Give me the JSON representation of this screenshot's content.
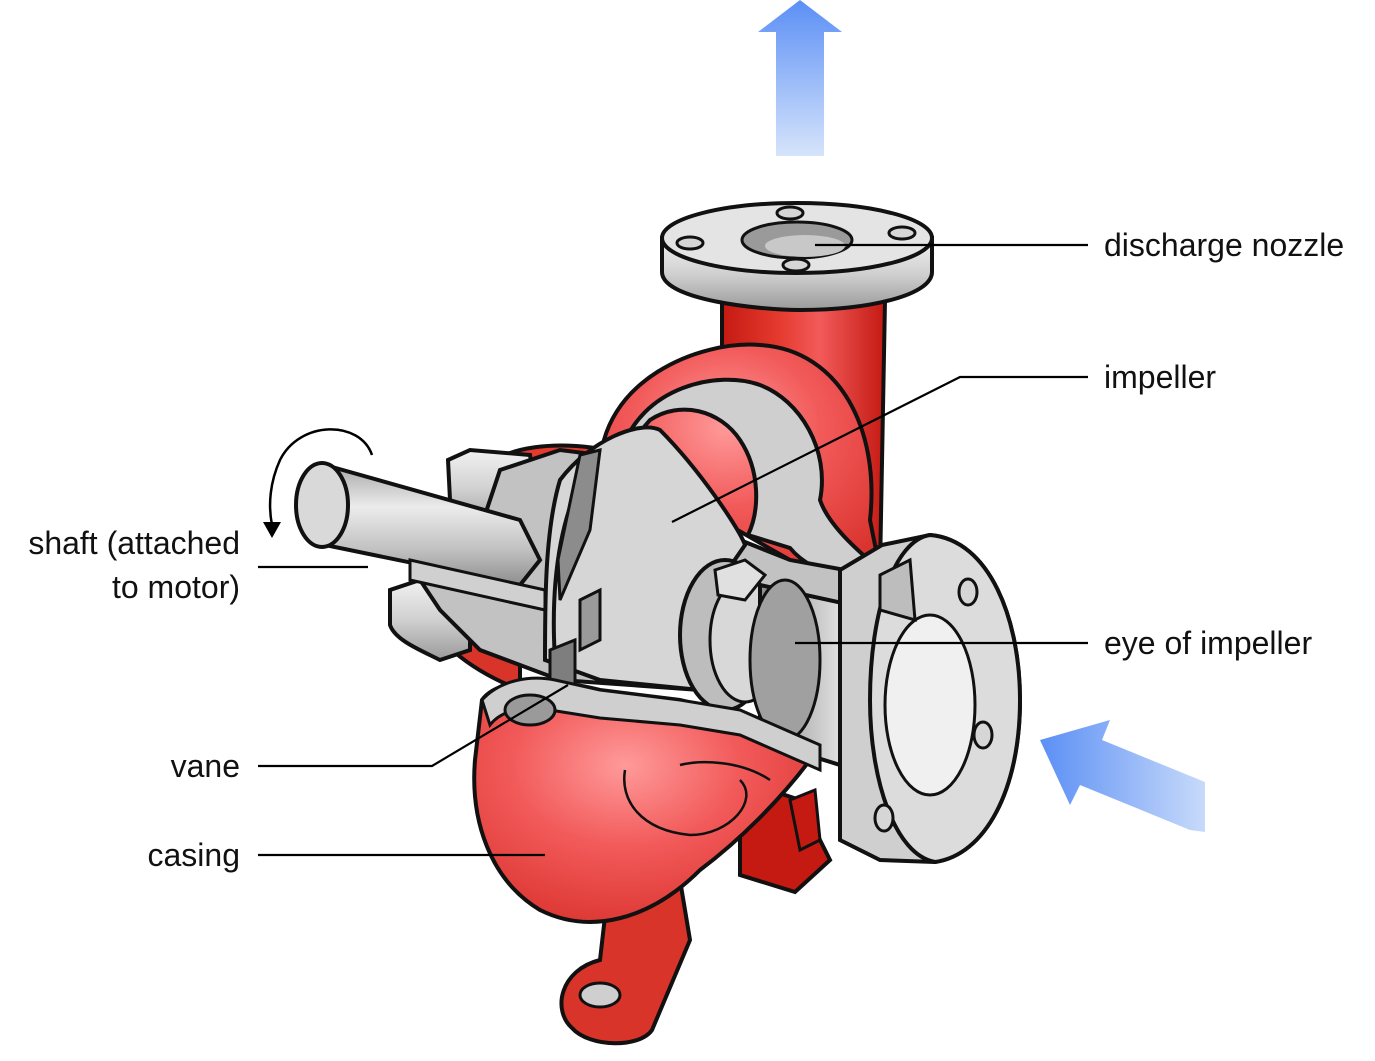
{
  "labels": {
    "discharge_nozzle": "discharge nozzle",
    "impeller": "impeller",
    "shaft_line1": "shaft (attached",
    "shaft_line2": "to motor)",
    "eye_of_impeller": "eye of impeller",
    "vane": "vane",
    "casing": "casing"
  },
  "colors": {
    "casing_red": "#f25a5a",
    "casing_dark": "#c41a12",
    "metal_light": "#e4e4e4",
    "metal_mid": "#bdbdbd",
    "metal_dark": "#8c8c8c",
    "flow_arrow": "#5b8ff5"
  },
  "icons": {
    "rotation": "curved-rotation-arrow-icon",
    "flow_out": "up-flow-arrow-icon",
    "flow_in": "inlet-flow-arrow-icon"
  }
}
